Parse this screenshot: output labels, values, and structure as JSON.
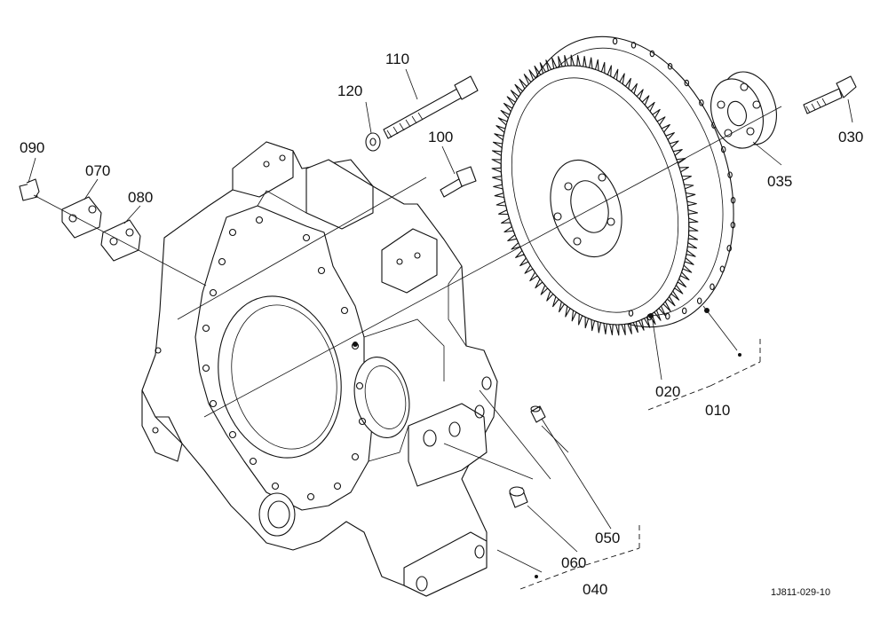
{
  "drawing_code": "1J811-029-10",
  "callouts": [
    {
      "id": "callout-110",
      "label": "110"
    },
    {
      "id": "callout-120",
      "label": "120"
    },
    {
      "id": "callout-100",
      "label": "100"
    },
    {
      "id": "callout-090",
      "label": "090"
    },
    {
      "id": "callout-070",
      "label": "070"
    },
    {
      "id": "callout-080",
      "label": "080"
    },
    {
      "id": "callout-030",
      "label": "030"
    },
    {
      "id": "callout-035",
      "label": "035"
    },
    {
      "id": "callout-020",
      "label": "020"
    },
    {
      "id": "callout-010",
      "label": "010"
    },
    {
      "id": "callout-050",
      "label": "050"
    },
    {
      "id": "callout-060",
      "label": "060"
    },
    {
      "id": "callout-040",
      "label": "040"
    }
  ]
}
